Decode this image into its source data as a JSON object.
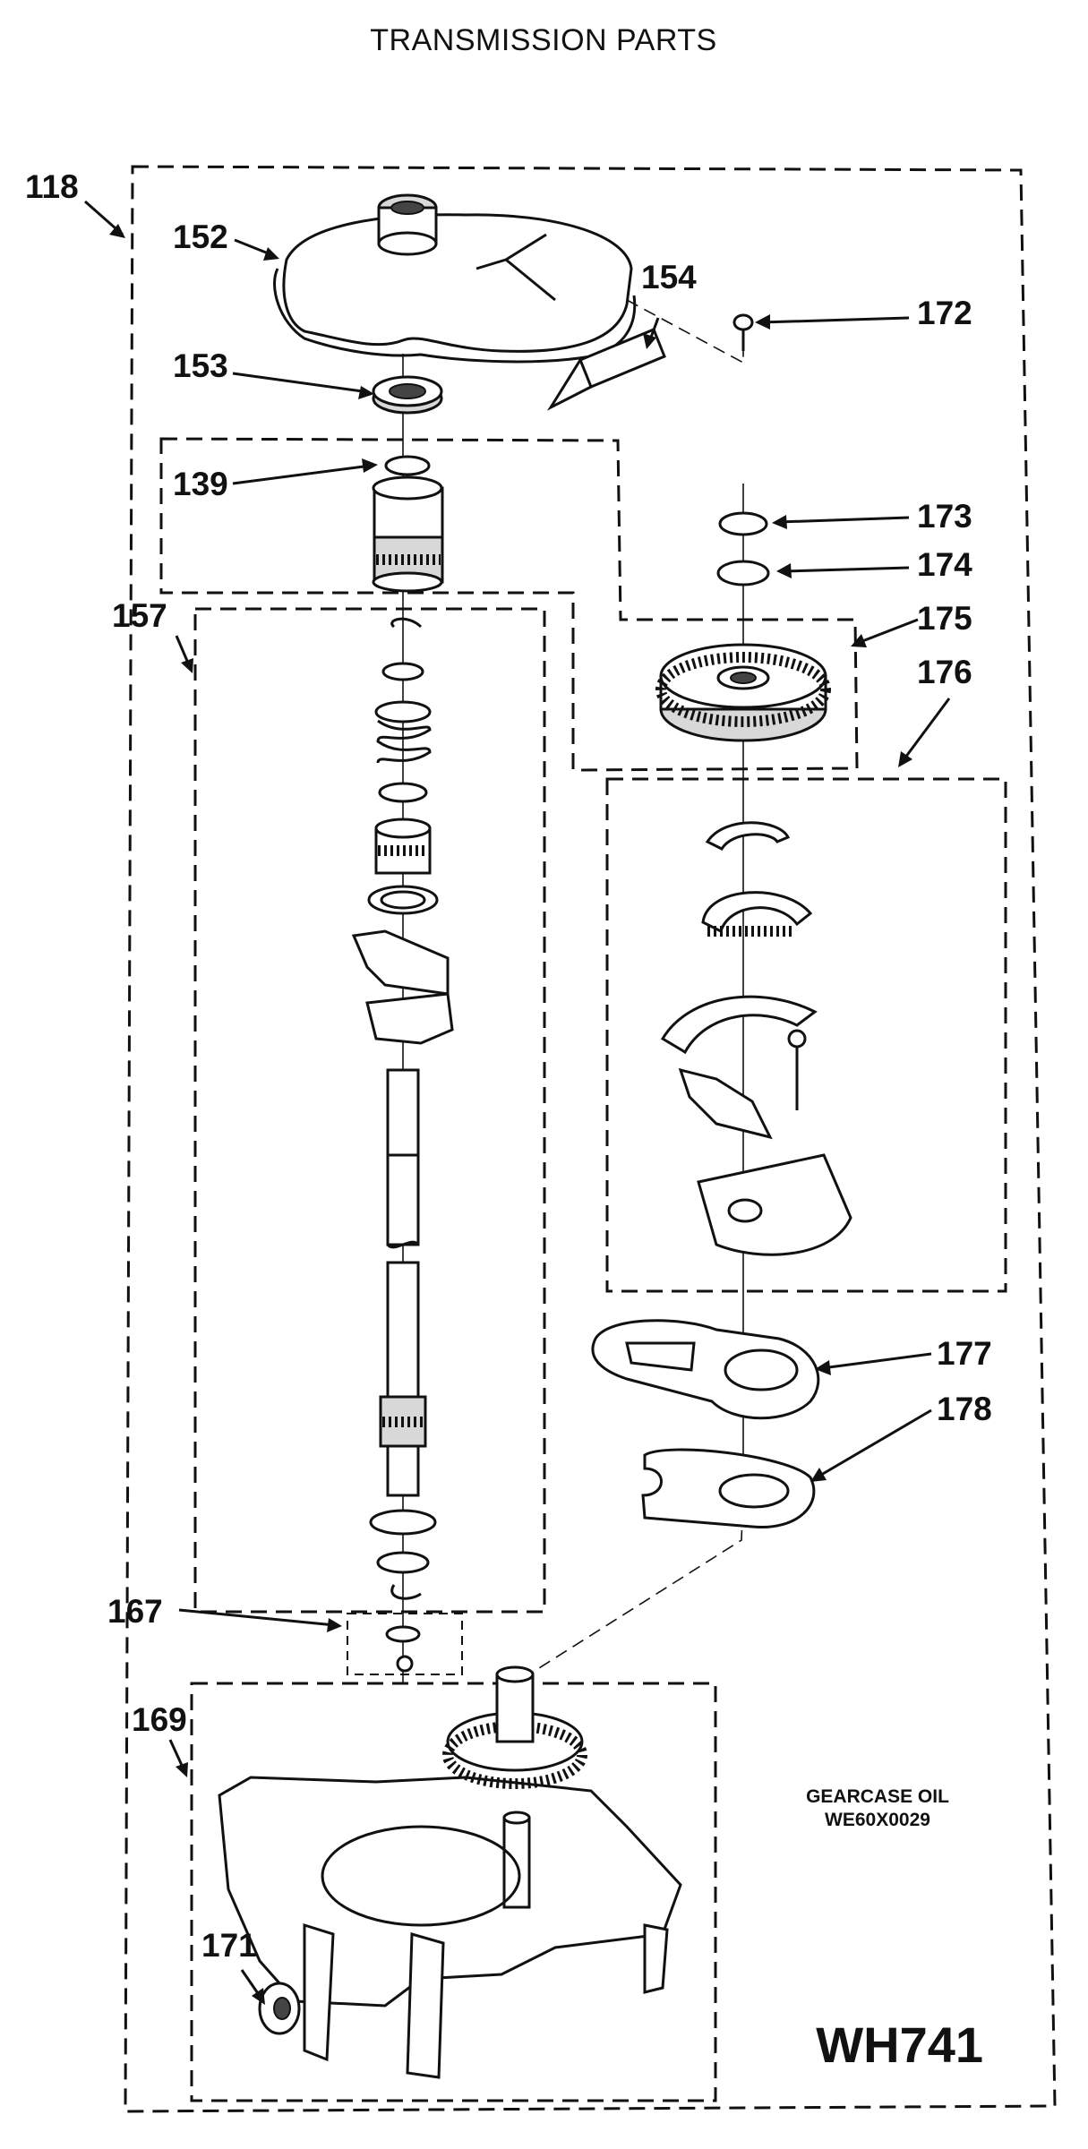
{
  "title": "TRANSMISSION PARTS",
  "callouts": {
    "c118": "118",
    "c152": "152",
    "c153": "153",
    "c154": "154",
    "c172": "172",
    "c139": "139",
    "c173": "173",
    "c174": "174",
    "c175": "175",
    "c157": "157",
    "c176": "176",
    "c177": "177",
    "c178": "178",
    "c167": "167",
    "c169": "169",
    "c171": "171"
  },
  "note": {
    "line1": "GEARCASE OIL",
    "line2": "WE60X0029"
  },
  "model": "WH741"
}
